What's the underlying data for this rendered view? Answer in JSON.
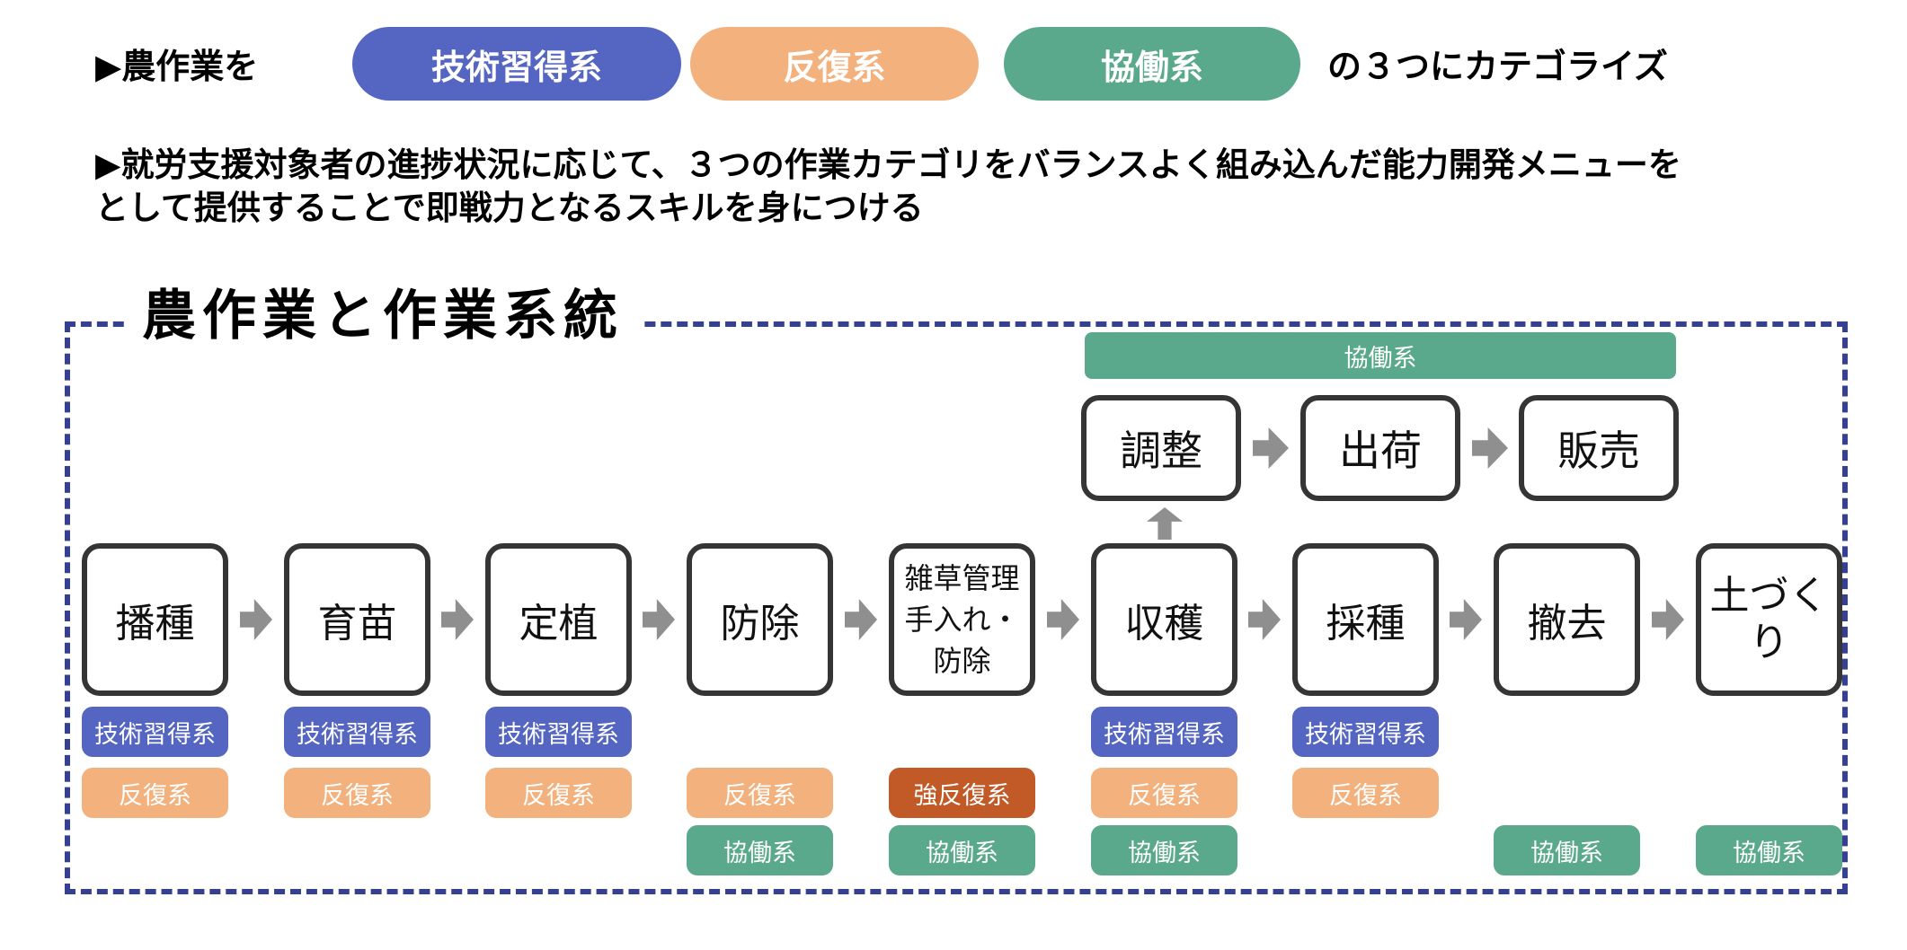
{
  "header": {
    "intro": "▶農作業を",
    "pills": [
      {
        "label": "技術習得系",
        "color": "#5566c2"
      },
      {
        "label": "反復系",
        "color": "#f2b17d"
      },
      {
        "label": "協働系",
        "color": "#5aa98c"
      }
    ],
    "outro": "の３つにカテゴライズ",
    "description_line1": "▶就労支援対象者の進捗状況に応じて、３つの作業カテゴリをバランスよく組み込んだ能力開発メニューを",
    "description_line2": "として提供することで即戦力となるスキルを身につける"
  },
  "diagram": {
    "title": "農作業と作業系統",
    "cooperation_band": "協働系",
    "post_harvest": [
      {
        "label": "調整"
      },
      {
        "label": "出荷"
      },
      {
        "label": "販売"
      }
    ],
    "process": [
      {
        "label": "播種",
        "tags": [
          {
            "cat": "tech",
            "label": "技術習得系"
          },
          {
            "cat": "rep",
            "label": "反復系"
          }
        ]
      },
      {
        "label": "育苗",
        "tags": [
          {
            "cat": "tech",
            "label": "技術習得系"
          },
          {
            "cat": "rep",
            "label": "反復系"
          }
        ]
      },
      {
        "label": "定植",
        "tags": [
          {
            "cat": "tech",
            "label": "技術習得系"
          },
          {
            "cat": "rep",
            "label": "反復系"
          }
        ]
      },
      {
        "label": "防除",
        "tags": [
          {
            "cat": "rep",
            "label": "反復系"
          },
          {
            "cat": "coop",
            "label": "協働系"
          }
        ]
      },
      {
        "label": "雑草管理手入れ・防除",
        "tags": [
          {
            "cat": "strong",
            "label": "強反復系"
          },
          {
            "cat": "coop",
            "label": "協働系"
          }
        ]
      },
      {
        "label": "収穫",
        "tags": [
          {
            "cat": "tech",
            "label": "技術習得系"
          },
          {
            "cat": "rep",
            "label": "反復系"
          },
          {
            "cat": "coop",
            "label": "協働系"
          }
        ]
      },
      {
        "label": "採種",
        "tags": [
          {
            "cat": "tech",
            "label": "技術習得系"
          },
          {
            "cat": "rep",
            "label": "反復系"
          }
        ]
      },
      {
        "label": "撤去",
        "tags": [
          {
            "cat": "coop",
            "label": "協働系"
          }
        ]
      },
      {
        "label": "土づくり",
        "tags": [
          {
            "cat": "coop",
            "label": "協働系"
          }
        ]
      }
    ]
  },
  "colors": {
    "skill_acquisition": "#5566c2",
    "repetition": "#f2b17d",
    "strong_repetition": "#c15a27",
    "cooperation": "#5aa98c",
    "frame_dash": "#35408e",
    "arrow_gray": "#8f8f8f",
    "box_border": "#353535"
  }
}
